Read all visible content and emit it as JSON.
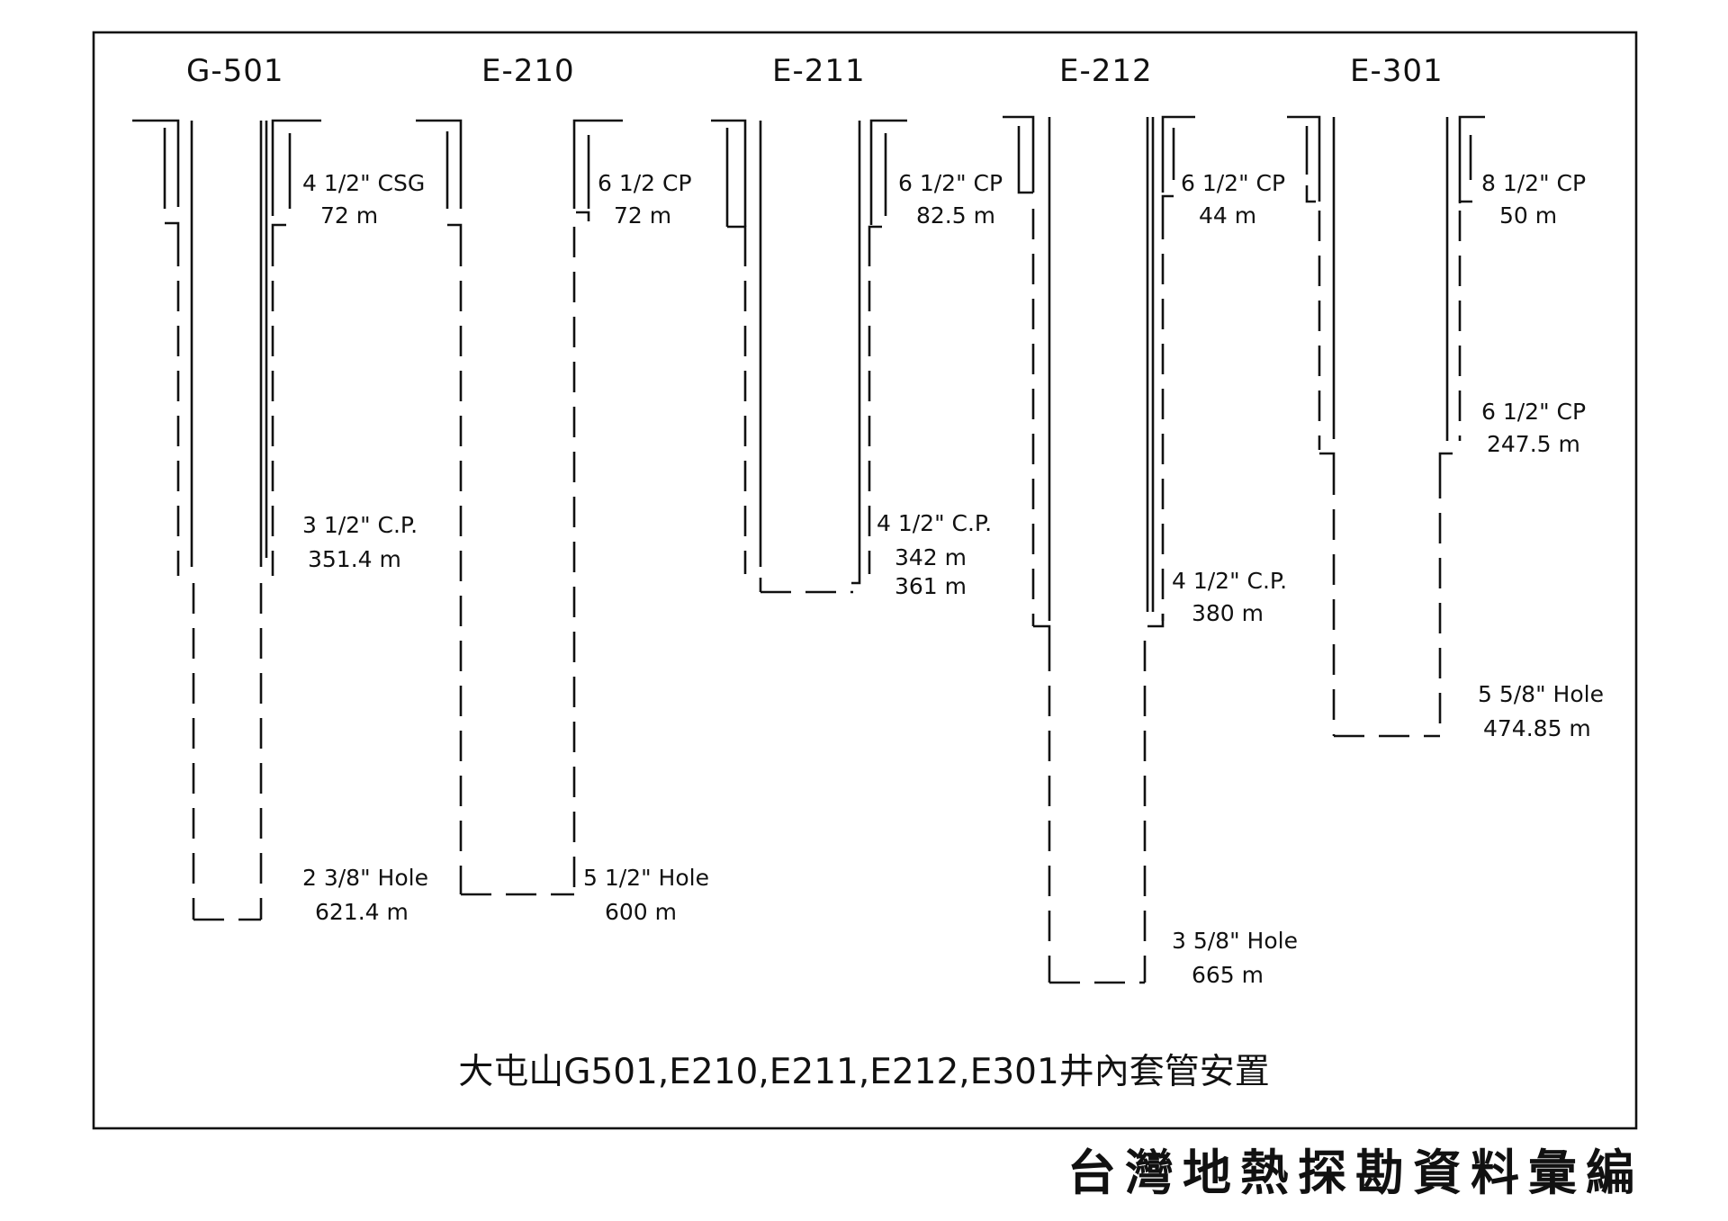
{
  "wells": [
    {
      "name": "G-501",
      "casing_size": "4 1/2\" CSG",
      "casing_depth": "72 m",
      "pipe_size": "3 1/2\" C.P.",
      "pipe_depth": "351.4 m",
      "hole_size": "2 3/8\" Hole",
      "hole_depth": "621.4 m"
    },
    {
      "name": "E-210",
      "casing_size": "6 1/2 CP",
      "casing_depth": "72 m",
      "hole_size": "5 1/2\" Hole",
      "hole_depth": "600 m"
    },
    {
      "name": "E-211",
      "casing_size": "6 1/2\" CP",
      "casing_depth": "82.5 m",
      "pipe_size": "4 1/2\" C.P.",
      "pipe_depth": "342 m",
      "total_depth": "361 m"
    },
    {
      "name": "E-212",
      "casing_size": "6 1/2\" CP",
      "casing_depth": "44 m",
      "pipe_size": "4 1/2\" C.P.",
      "pipe_depth": "380 m",
      "hole_size": "3 5/8\" Hole",
      "hole_depth": "665 m"
    },
    {
      "name": "E-301",
      "casing_size": "8 1/2\" CP",
      "casing_depth": "50 m",
      "pipe_size": "6 1/2\" CP",
      "pipe_depth": "247.5 m",
      "hole_size": "5 5/8\" Hole",
      "hole_depth": "474.85 m"
    }
  ],
  "caption": "大屯山G501,E210,E211,E212,E301井內套管安置",
  "publisher": "台灣地熱探勘資料彙編"
}
